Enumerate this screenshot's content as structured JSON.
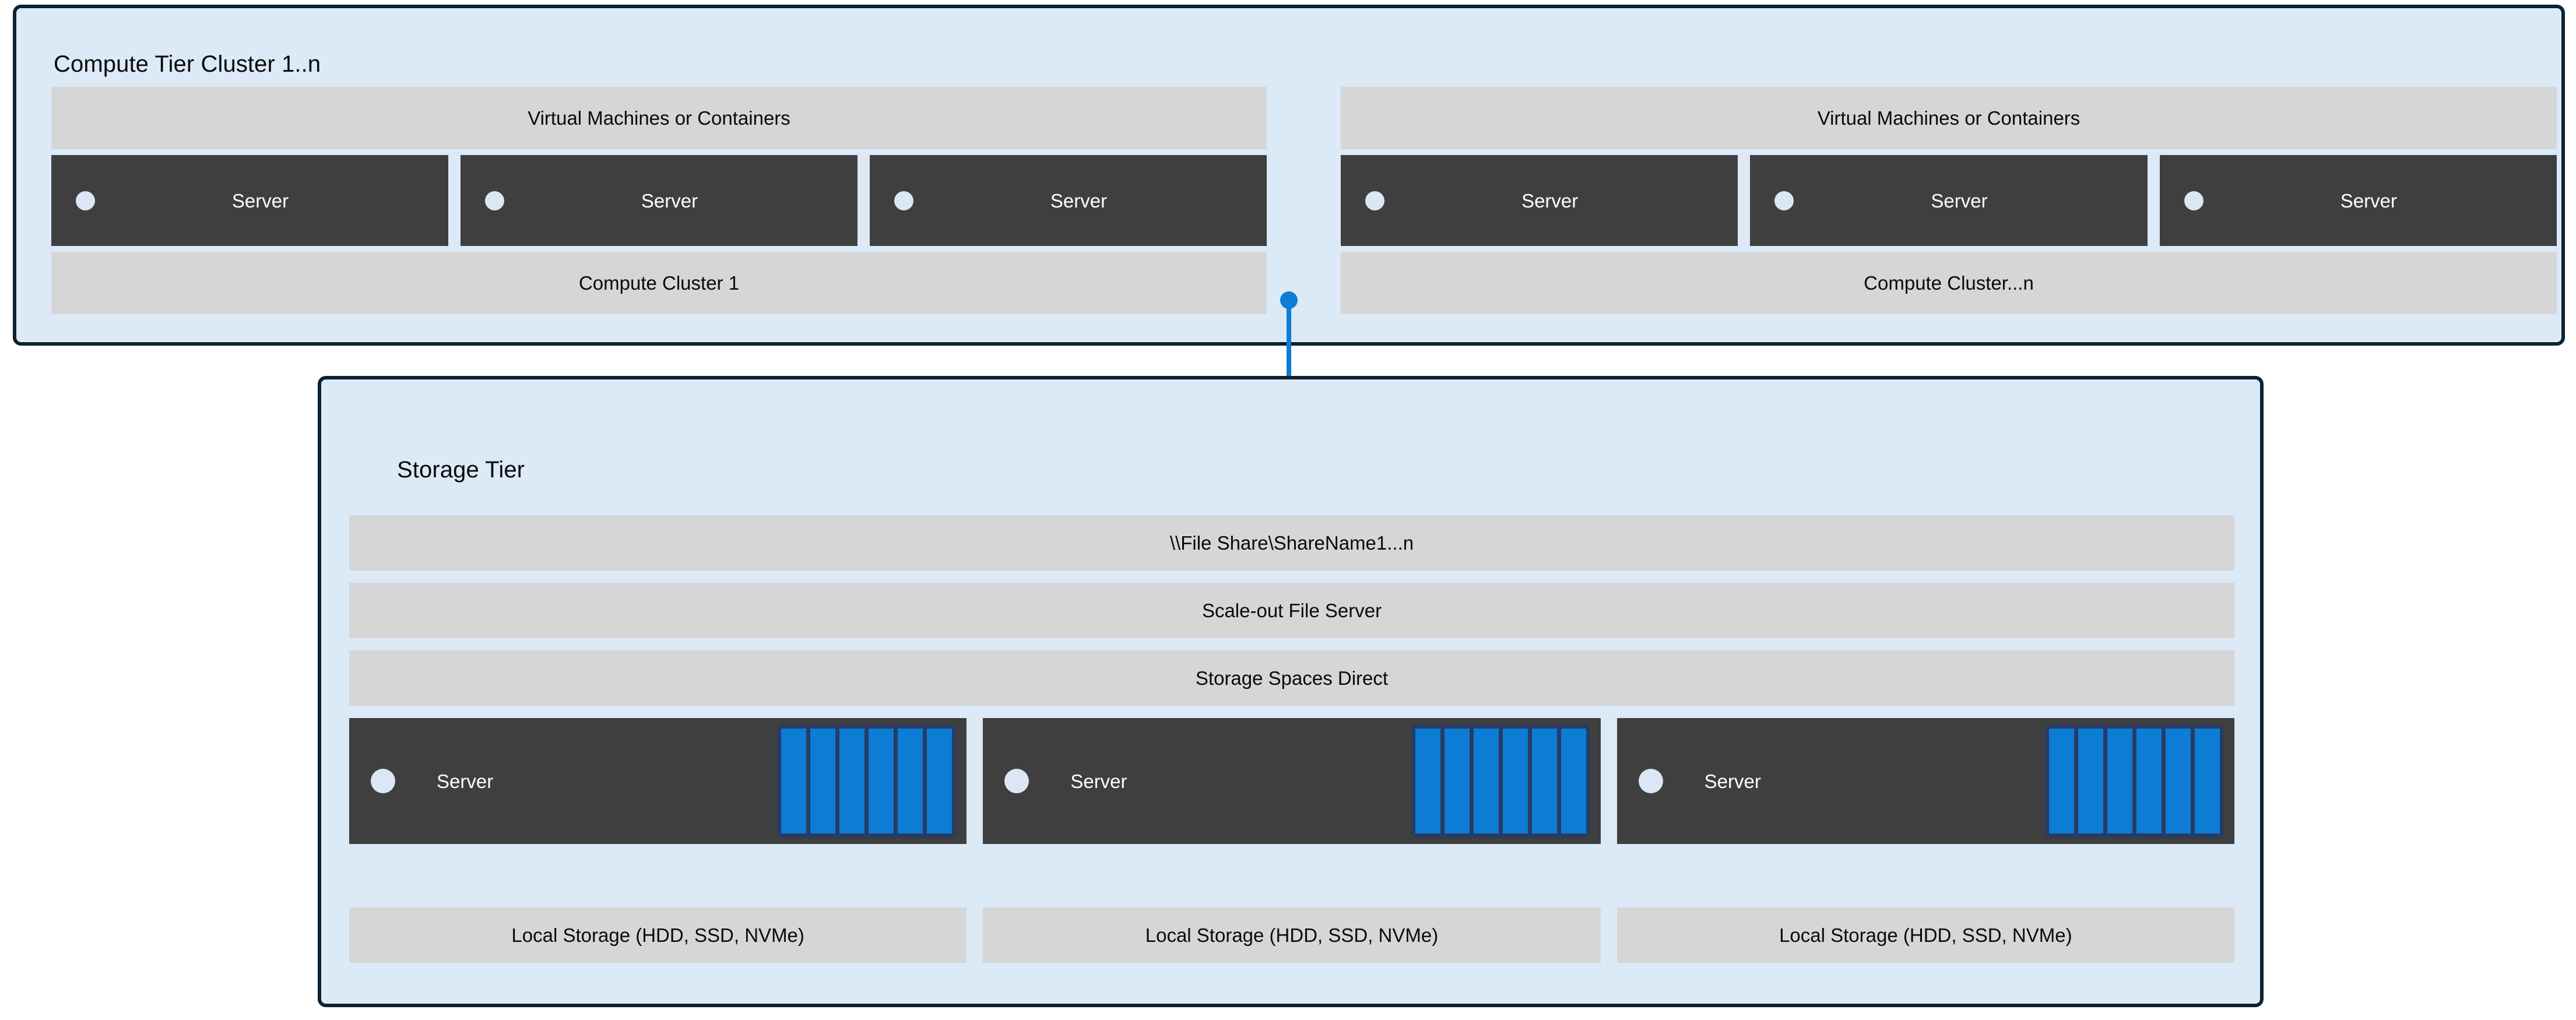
{
  "colors": {
    "tier_background": "#dce9f7",
    "tier_border": "#0b2230",
    "band_background": "#d6d6d6",
    "server_background": "#3f3f3f",
    "accent_blue": "#0c7cd5",
    "disk_frame": "#263c63",
    "led": "#dbe7f5",
    "text_dark": "#0a0a0a",
    "text_light": "#ffffff",
    "page_background": "#ffffff"
  },
  "compute_tier": {
    "title": "Compute Tier Cluster 1..n",
    "clusters": [
      {
        "header": "Virtual Machines or Containers",
        "footer": "Compute Cluster 1",
        "servers": [
          {
            "label": "Server",
            "led": "status-led-icon"
          },
          {
            "label": "Server",
            "led": "status-led-icon"
          },
          {
            "label": "Server",
            "led": "status-led-icon"
          }
        ]
      },
      {
        "header": "Virtual Machines or Containers",
        "footer": "Compute Cluster...n",
        "servers": [
          {
            "label": "Server",
            "led": "status-led-icon"
          },
          {
            "label": "Server",
            "led": "status-led-icon"
          },
          {
            "label": "Server",
            "led": "status-led-icon"
          }
        ]
      }
    ]
  },
  "connector": {
    "icon": "folder-icon",
    "endpoint_top": "connection-endpoint-dot",
    "endpoint_bottom": "connection-endpoint-dot"
  },
  "storage_tier": {
    "title": "Storage Tier",
    "bands": [
      {
        "label": "\\\\File Share\\ShareName1...n"
      },
      {
        "label": "Scale-out File Server"
      },
      {
        "label": "Storage Spaces Direct"
      }
    ],
    "nodes": [
      {
        "label": "Server",
        "footer": "Local Storage (HDD, SSD, NVMe)",
        "disk_count": 6
      },
      {
        "label": "Server",
        "footer": "Local Storage (HDD, SSD, NVMe)",
        "disk_count": 6
      },
      {
        "label": "Server",
        "footer": "Local Storage (HDD, SSD, NVMe)",
        "disk_count": 6
      }
    ]
  }
}
